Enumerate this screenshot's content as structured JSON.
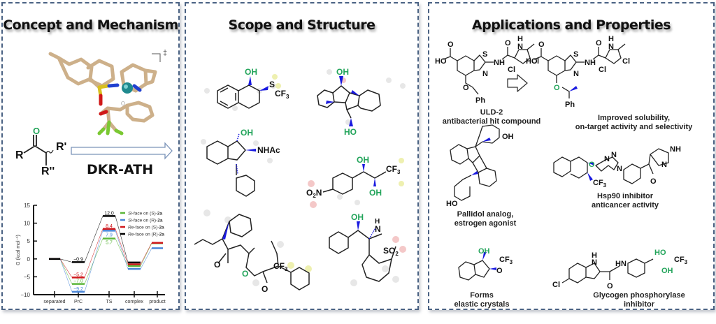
{
  "panels": {
    "concept": {
      "title": "Concept and Mechanism",
      "ts_symbol": "‡",
      "ketone_labels": {
        "o": "O",
        "r": "R",
        "r1": "R'",
        "r2": "R''"
      },
      "arrow_label": "DKR-ATH"
    },
    "scope": {
      "title": "Scope and Structure",
      "compounds": [
        {
          "labels": [
            "OH",
            "S",
            "CF3"
          ]
        },
        {
          "labels": [
            "OH",
            "HO"
          ]
        },
        {
          "labels": [
            "OH",
            "NHAc"
          ]
        },
        {
          "labels": [
            "OH",
            "OH",
            "CF3",
            "O2N"
          ]
        },
        {
          "labels": [
            "O",
            "O",
            "O",
            "CF3"
          ]
        },
        {
          "labels": [
            "OH",
            "H",
            "N",
            "SO2"
          ]
        }
      ]
    },
    "applications": {
      "title": "Applications and Properties",
      "compounds": [
        {
          "name": "ULD-2",
          "caption": "antibacterial hit compound",
          "atoms": [
            "HO",
            "O",
            "S",
            "N",
            "NH",
            "O",
            "H",
            "N",
            "Cl",
            "Cl",
            "O",
            "Ph"
          ]
        },
        {
          "name": "",
          "caption": "Improved solubility,\non-target activity and selectivity",
          "atoms": [
            "HO",
            "O",
            "S",
            "N",
            "NH",
            "O",
            "H",
            "N",
            "Cl",
            "Cl",
            "O",
            "Ph"
          ]
        },
        {
          "name": "",
          "caption": "Pallidol analog,\nestrogen agonist",
          "atoms": [
            "OH",
            "HO"
          ]
        },
        {
          "name": "",
          "caption": "Hsp90 inhibitor\nanticancer activity",
          "atoms": [
            "O",
            "N",
            "N",
            "N",
            "CF3",
            "N",
            "NH",
            "O"
          ]
        },
        {
          "name": "",
          "caption": "Forms\nelastic crystals",
          "atoms": [
            "OH",
            "O",
            "CF3"
          ]
        },
        {
          "name": "",
          "caption": "Glycogen phosphorylase\ninhibitor",
          "atoms": [
            "Cl",
            "H",
            "N",
            "HN",
            "O",
            "HO",
            "CF3",
            "OH"
          ]
        }
      ]
    }
  },
  "colors": {
    "border": "#4a6283",
    "heteroatom_green": "#22a45a",
    "wedge_blue": "#1a1ae0",
    "stick_tan": "#d2b48c",
    "black_series": "#000000",
    "red_series": "#d0181c",
    "blue_series": "#4a86d8",
    "green_series": "#5cb63a"
  },
  "chart_data": {
    "type": "line",
    "title": "",
    "ylabel": "G (kcal mol⁻¹)",
    "xlabel": "",
    "categories": [
      "separated",
      "PrC",
      "TS",
      "complex",
      "product"
    ],
    "ylim": [
      -10,
      15
    ],
    "yticks": [
      15,
      10,
      5,
      0,
      -5,
      -10
    ],
    "legend_position": "top-right",
    "series": [
      {
        "name_prefix": "Si",
        "name_suffix": "-face on (S)-",
        "compound": "2a",
        "color": "#5cb63a",
        "values": [
          0,
          -7.0,
          5.7,
          -2.0,
          4.4
        ],
        "labels": [
          null,
          "−7.0",
          "5.7",
          null,
          null
        ]
      },
      {
        "name_prefix": "Si",
        "name_suffix": "-face on (R)-",
        "compound": "2a",
        "color": "#4a86d8",
        "values": [
          0,
          -9.2,
          7.9,
          -2.8,
          3.0
        ],
        "labels": [
          null,
          "−9.2",
          "7.9",
          null,
          null
        ]
      },
      {
        "name_prefix": "Re",
        "name_suffix": "-face on (S)-",
        "compound": "2a",
        "color": "#d0181c",
        "values": [
          0,
          -5.2,
          8.4,
          -1.5,
          4.5
        ],
        "labels": [
          null,
          "−5.2",
          "8.4",
          null,
          null
        ]
      },
      {
        "name_prefix": "Re",
        "name_suffix": "-face on (R)-",
        "compound": "2a",
        "color": "#000000",
        "values": [
          0,
          -0.9,
          12.0,
          -1.0,
          null
        ],
        "labels": [
          null,
          "−0.9",
          "12.0",
          null,
          null
        ]
      }
    ]
  }
}
